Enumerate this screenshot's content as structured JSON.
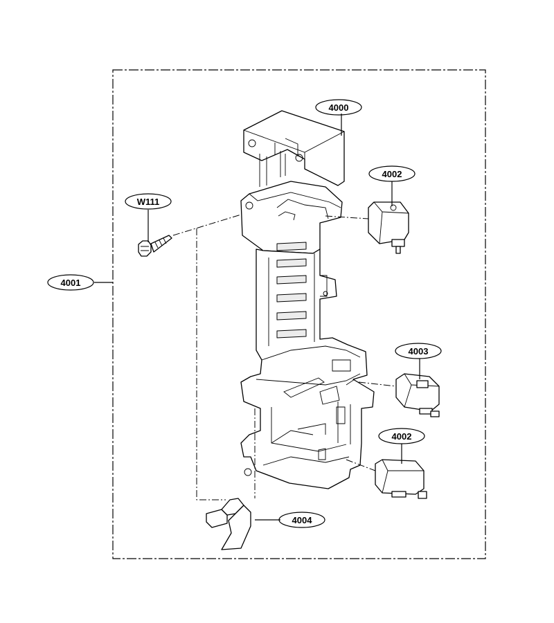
{
  "diagram": {
    "callouts": [
      {
        "id": "frame-assembly",
        "label": "4001"
      },
      {
        "id": "latch-board",
        "label": "4000"
      },
      {
        "id": "switch-top",
        "label": "4002"
      },
      {
        "id": "switch-middle",
        "label": "4003"
      },
      {
        "id": "switch-bottom",
        "label": "4002"
      },
      {
        "id": "lever",
        "label": "4004"
      },
      {
        "id": "screw",
        "label": "W111"
      }
    ]
  }
}
